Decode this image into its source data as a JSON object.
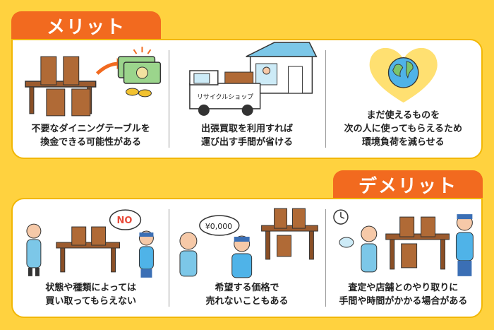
{
  "merits": {
    "tab_label": "メリット",
    "items": [
      {
        "lines": [
          "不要なダイニングテーブルを",
          "換金できる可能性がある"
        ]
      },
      {
        "lines": [
          "出張買取を利用すれば",
          "運び出す手間が省ける"
        ],
        "truck_label": "リサイクルショップ"
      },
      {
        "lines": [
          "まだ使えるものを",
          "次の人に使ってもらえるため",
          "環境負荷を減らせる"
        ]
      }
    ]
  },
  "demerits": {
    "tab_label": "デメリット",
    "items": [
      {
        "lines": [
          "状態や種類によっては",
          "買い取ってもらえない"
        ],
        "bubble": "NO"
      },
      {
        "lines": [
          "希望する価格で",
          "売れないこともある"
        ],
        "bubble": "¥0,000"
      },
      {
        "lines": [
          "査定や店舗とのやり取りに",
          "手間や時間がかかる場合がある"
        ]
      }
    ]
  },
  "colors": {
    "background": "#FFD23F",
    "accent": "#F26A1F",
    "panel": "#FFFFFF"
  }
}
